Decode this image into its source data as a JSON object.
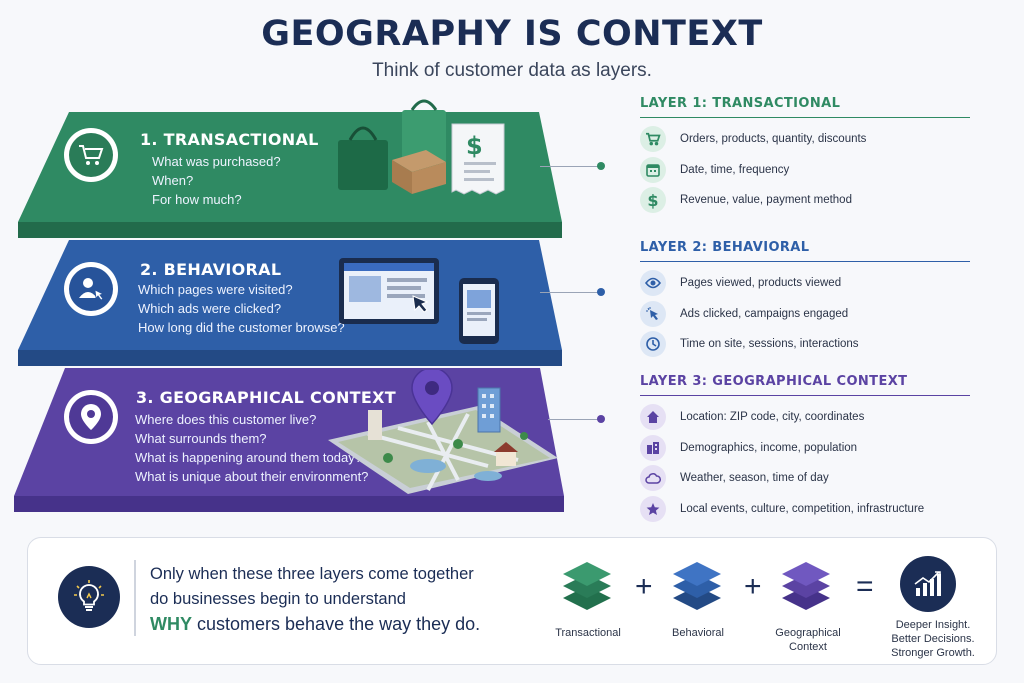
{
  "header": {
    "title": "GEOGRAPHY IS CONTEXT",
    "subtitle": "Think of customer data as layers."
  },
  "colors": {
    "transactional": "#2f8a63",
    "behavioral": "#2e5fa8",
    "geographical": "#5b43a3",
    "navy": "#1b2d55"
  },
  "layers": [
    {
      "title": "1. TRANSACTIONAL",
      "icon": "cart-icon",
      "questions": [
        "What was purchased?",
        "When?",
        "For how much?"
      ]
    },
    {
      "title": "2. BEHAVIORAL",
      "icon": "user-click-icon",
      "questions": [
        "Which pages were visited?",
        "Which ads were clicked?",
        "How long did the customer browse?"
      ]
    },
    {
      "title": "3. GEOGRAPHICAL CONTEXT",
      "icon": "location-pin-icon",
      "questions": [
        "Where does this customer live?",
        "What surrounds them?",
        "What is happening around them today?",
        "What is unique about their environment?"
      ]
    }
  ],
  "panels": [
    {
      "heading": "LAYER 1: TRANSACTIONAL",
      "items": [
        {
          "icon": "cart-icon",
          "text": "Orders, products, quantity, discounts"
        },
        {
          "icon": "calendar-icon",
          "text": "Date, time, frequency"
        },
        {
          "icon": "dollar-icon",
          "text": "Revenue, value, payment method"
        }
      ]
    },
    {
      "heading": "LAYER 2: BEHAVIORAL",
      "items": [
        {
          "icon": "eye-icon",
          "text": "Pages viewed, products viewed"
        },
        {
          "icon": "cursor-click-icon",
          "text": "Ads clicked, campaigns engaged"
        },
        {
          "icon": "clock-icon",
          "text": "Time on site, sessions, interactions"
        }
      ]
    },
    {
      "heading": "LAYER 3: GEOGRAPHICAL CONTEXT",
      "items": [
        {
          "icon": "home-icon",
          "text": "Location: ZIP code, city, coordinates"
        },
        {
          "icon": "buildings-icon",
          "text": "Demographics, income, population"
        },
        {
          "icon": "cloud-icon",
          "text": "Weather, season, time of day"
        },
        {
          "icon": "star-icon",
          "text": "Local events, culture, competition, infrastructure"
        }
      ]
    }
  ],
  "summary": {
    "line1": "Only when these three layers come together",
    "line2": "do businesses begin to understand",
    "why": "WHY",
    "line3_rest": " customers behave the way they do.",
    "equation": {
      "plus": "+",
      "equals": "=",
      "labels": [
        "Transactional",
        "Behavioral",
        "Geographical",
        "Context"
      ],
      "result": [
        "Deeper Insight.",
        "Better Decisions.",
        "Stronger Growth."
      ]
    }
  }
}
